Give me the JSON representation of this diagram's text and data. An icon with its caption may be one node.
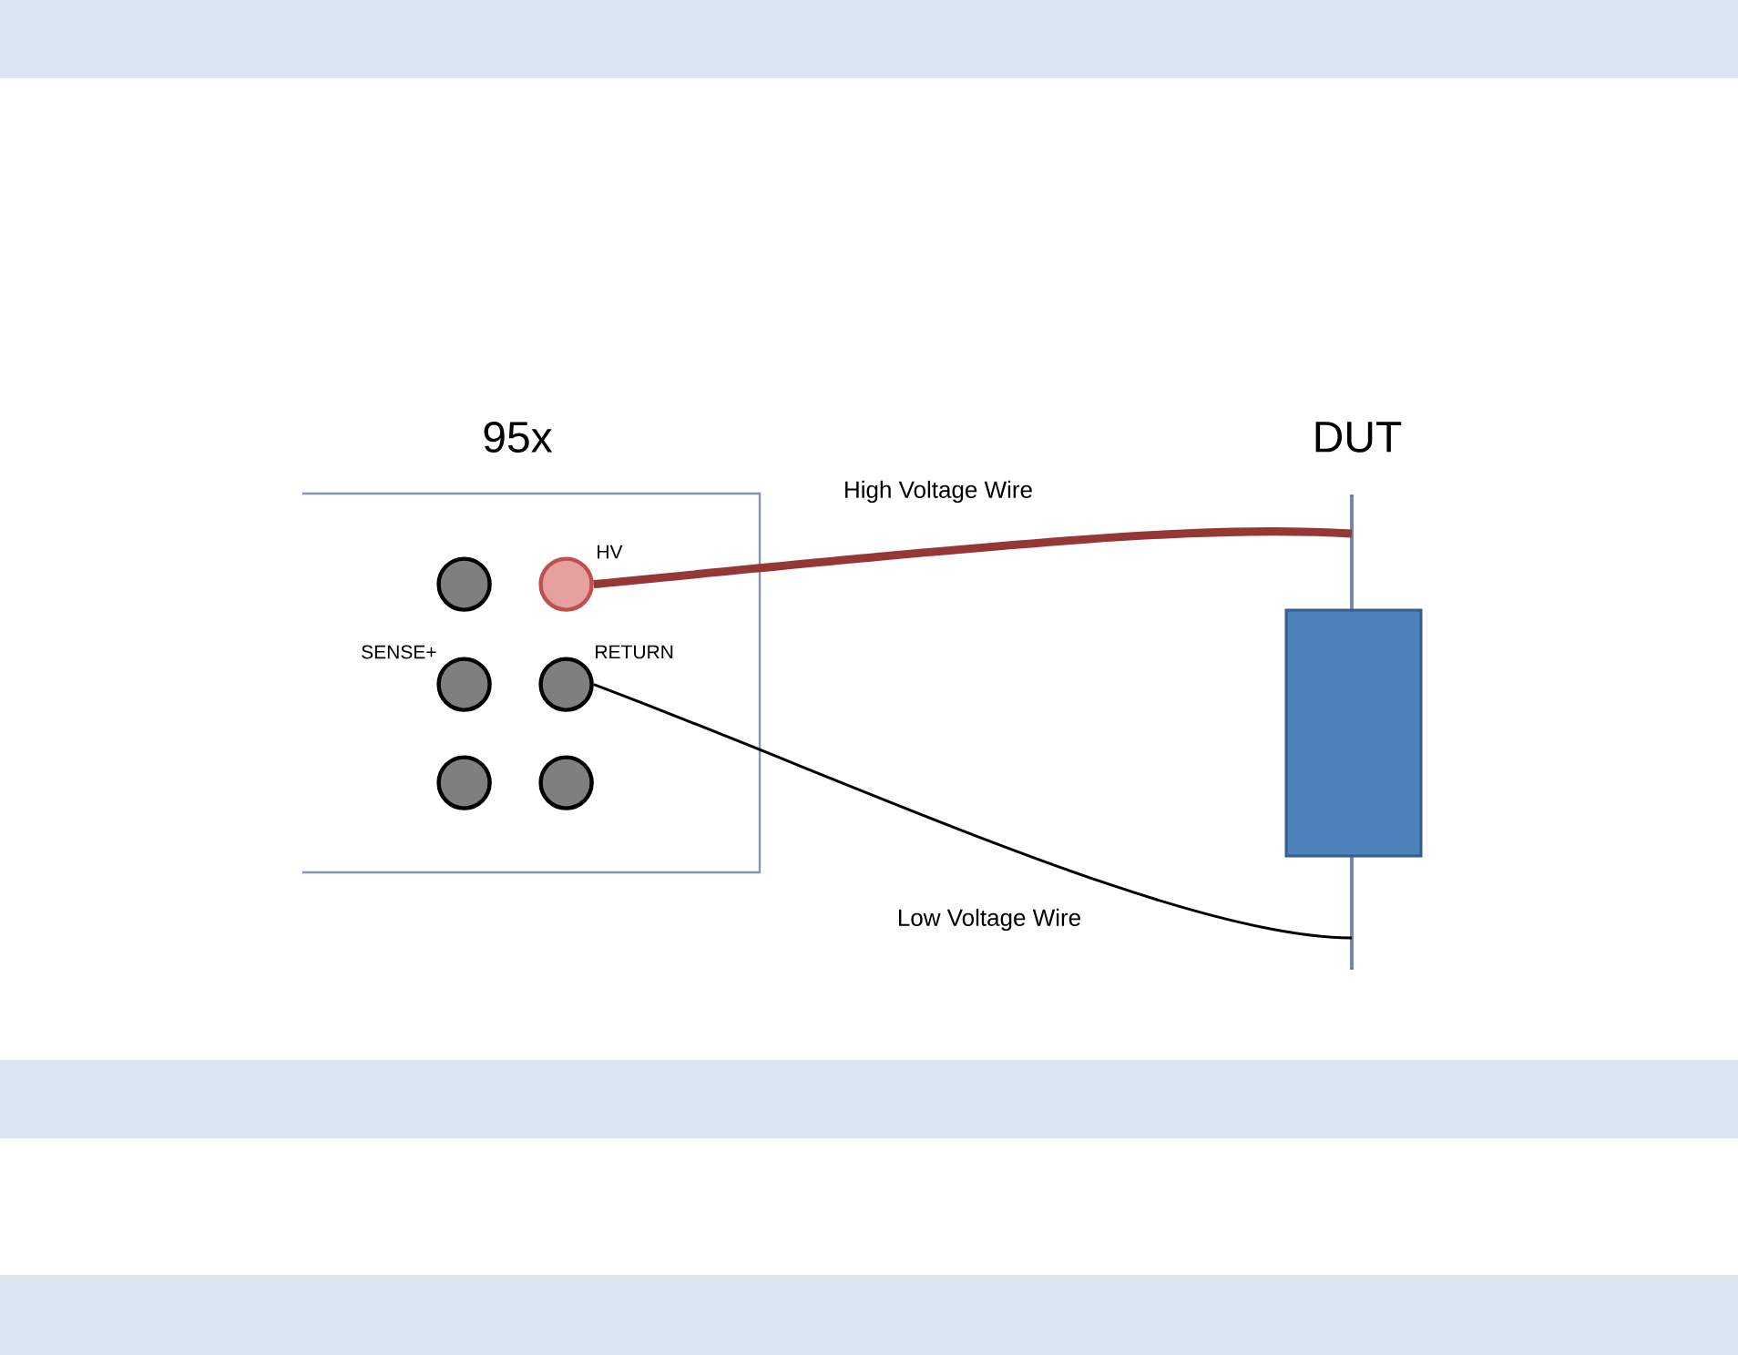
{
  "diagram": {
    "nodes": [
      {
        "text": [
          "95x"
        ]
      },
      {
        "text": [],
        "shape": "circle",
        "in": 0
      },
      {
        "text": [],
        "shape": "circle",
        "in": 0,
        "beside": [
          "HV"
        ]
      },
      {
        "text": [],
        "shape": "circle",
        "in": 0,
        "beside": [
          "SENSE+"
        ]
      },
      {
        "text": [],
        "shape": "circle",
        "in": 0,
        "beside": [
          "RETURN"
        ]
      },
      {
        "text": [],
        "shape": "circle",
        "in": 0
      },
      {
        "text": [],
        "shape": "circle",
        "in": 0
      },
      {
        "text": [
          "DUT"
        ]
      }
    ],
    "edges": [
      {
        "from": 2,
        "to": 7,
        "arrow": "none",
        "label": "High Voltage Wire",
        "style": "thick",
        "color": "#953735"
      },
      {
        "from": 4,
        "to": 7,
        "arrow": "none",
        "label": "Low Voltage Wire",
        "color": "#000000"
      }
    ]
  }
}
